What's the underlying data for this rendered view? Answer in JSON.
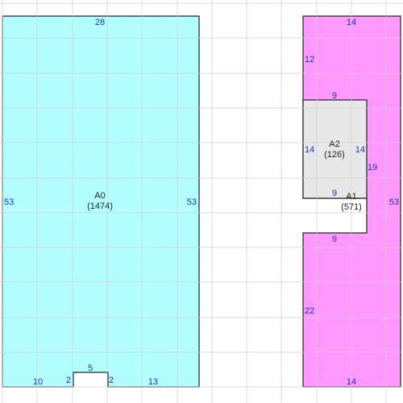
{
  "colors": {
    "background": "#ffffff",
    "grid": "#cfcfcf",
    "outline": "#222222",
    "dimension_text": "#1f2fbf",
    "room_a0": "#b3ffff",
    "room_a1": "#ff99ff",
    "room_a2": "#e8e8e8"
  },
  "rooms": {
    "a0": {
      "name": "A0",
      "area": "(1474)"
    },
    "a1": {
      "name": "A1",
      "area": "(571)"
    },
    "a2": {
      "name": "A2",
      "area": "(126)"
    }
  },
  "dimensions": {
    "a0_top": "28",
    "a0_left": "53",
    "a0_right": "53",
    "a0_bottom_left": "10",
    "a0_notch_left": "2",
    "a0_notch_top": "5",
    "a0_notch_right": "2",
    "a0_bottom_right": "13",
    "a1_top": "14",
    "a1_left_upper": "12",
    "a1_right": "53",
    "a1_inner_right": "19",
    "a1_notch_bottom": "9",
    "a1_left_lower": "22",
    "a1_bottom": "14",
    "a2_top": "9",
    "a2_left": "14",
    "a2_right": "14",
    "a2_bottom": "9"
  }
}
